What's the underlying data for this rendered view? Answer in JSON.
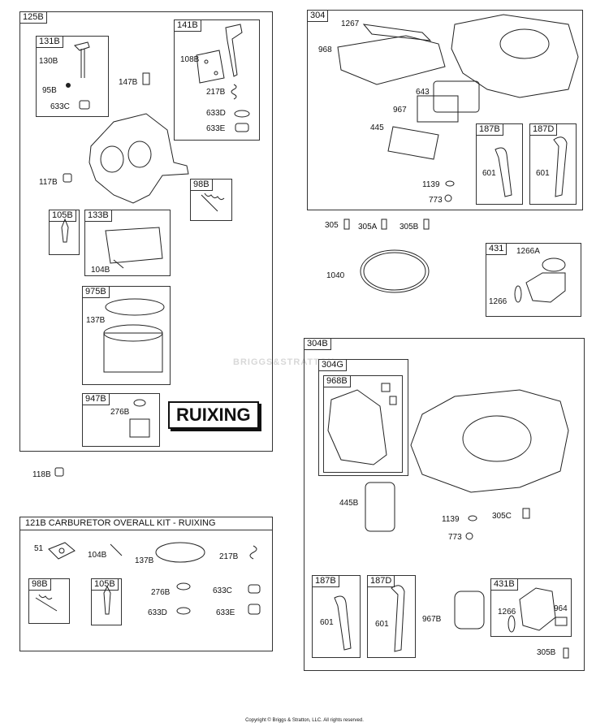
{
  "watermark": "BRIGGS&STRATTON",
  "brand": "RUIXING",
  "copyright": "Copyright © Briggs & Stratton, LLC. All rights reserved.",
  "groups": {
    "g125B": "125B",
    "g131B": "131B",
    "g141B": "141B",
    "g105B": "105B",
    "g133B": "133B",
    "g98B": "98B",
    "g975B": "975B",
    "g947B": "947B",
    "g304": "304",
    "g187B": "187B",
    "g187D": "187D",
    "g431": "431",
    "g304B": "304B",
    "g304G": "304G",
    "g968B": "968B",
    "g187B2": "187B",
    "g187D2": "187D",
    "g431B": "431B",
    "g98Bk": "98B",
    "g105Bk": "105B"
  },
  "kit_title": "121B CARBURETOR OVERALL KIT - RUIXING",
  "labels": {
    "l130B": "130B",
    "l95B": "95B",
    "l633C": "633C",
    "l147B": "147B",
    "l108B": "108B",
    "l217B": "217B",
    "l633D": "633D",
    "l633E": "633E",
    "l117B": "117B",
    "l104B": "104B",
    "l137B": "137B",
    "l276B": "276B",
    "l118B": "118B",
    "l1267": "1267",
    "l968": "968",
    "l643": "643",
    "l967": "967",
    "l445": "445",
    "l601a": "601",
    "l601b": "601",
    "l1139": "1139",
    "l773": "773",
    "l305": "305",
    "l305A": "305A",
    "l305B": "305B",
    "l1040": "1040",
    "l1266A": "1266A",
    "l1266": "1266",
    "l445B": "445B",
    "l1139b": "1139",
    "l773b": "773",
    "l305C": "305C",
    "l601c": "601",
    "l601d": "601",
    "l967B": "967B",
    "l1266b": "1266",
    "l964": "964",
    "l305Bb": "305B",
    "k51": "51",
    "k104B": "104B",
    "k137B": "137B",
    "k217B": "217B",
    "k276B": "276B",
    "k633C": "633C",
    "k633D": "633D",
    "k633E": "633E"
  }
}
